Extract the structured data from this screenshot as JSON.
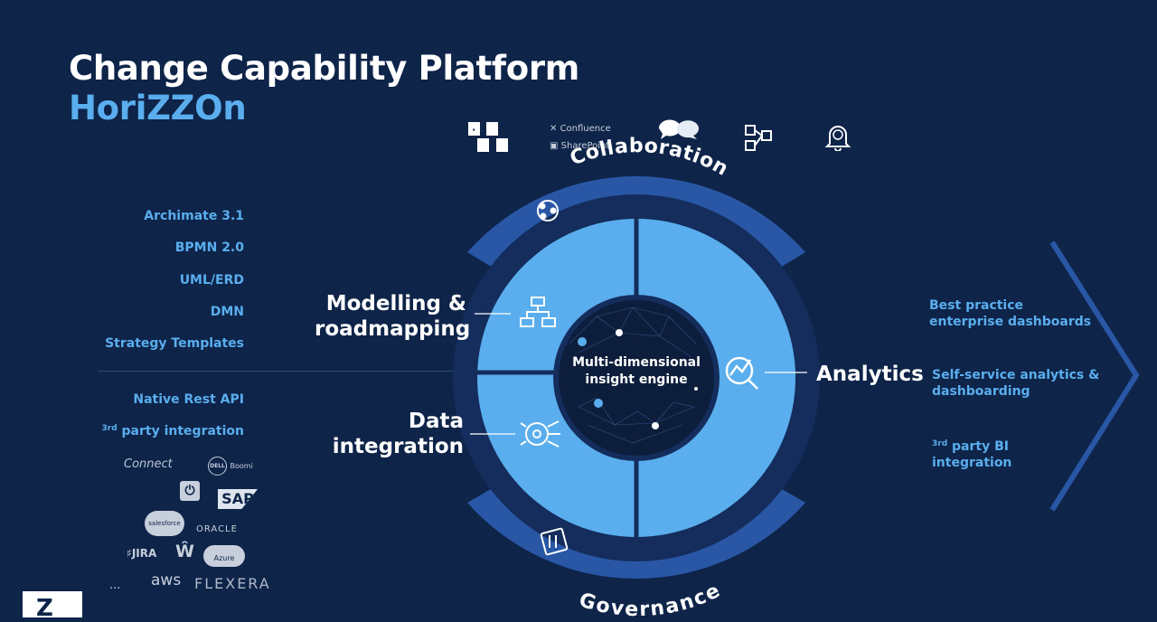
{
  "header": {
    "title": "Change Capability Platform",
    "subtitle": "HoriZZOn"
  },
  "left_panel": {
    "standards": [
      "Archimate 3.1",
      "BPMN 2.0",
      "UML/ERD",
      "DMN",
      "Strategy Templates"
    ],
    "integration": [
      {
        "main": "Native Rest API",
        "sup": ""
      },
      {
        "main": "party integration",
        "sup": "3rd"
      }
    ],
    "connect_label": "Connect",
    "logos": [
      "DELL",
      "Boomi",
      "SAP",
      "salesforce",
      "ORACLE",
      "JIRA",
      "Azure",
      "...",
      "aws",
      "FLEXERA"
    ]
  },
  "top_tools": {
    "confluence": "Confluence",
    "sharepoint": "SharePoint",
    "icons": [
      "office-docs-icon",
      "chat-bubbles-icon",
      "workflow-icon",
      "notification-bell-icon"
    ]
  },
  "wheel": {
    "top_band": "Collaboration",
    "bottom_band": "Governance",
    "center_line1": "Multi-dimensional",
    "center_line2": "insight engine",
    "modelling_line1": "Modelling &",
    "modelling_line2": "roadmapping",
    "data_line1": "Data",
    "data_line2": "integration",
    "analytics": "Analytics"
  },
  "right_panel": {
    "item1_line1": "Best practice",
    "item1_line2": "enterprise dashboards",
    "item2_line1": "Self-service analytics &",
    "item2_line2": "dashboarding",
    "item3_sup": "3rd",
    "item3_line1": "party BI",
    "item3_line2": "integration"
  },
  "corner_logo": "Z",
  "colors": {
    "background": "#0e2449",
    "accent_light": "#5aaeee",
    "band_blue": "#2957a6",
    "ring_dark": "#142d5c",
    "center_dark": "#0d1e3c"
  }
}
